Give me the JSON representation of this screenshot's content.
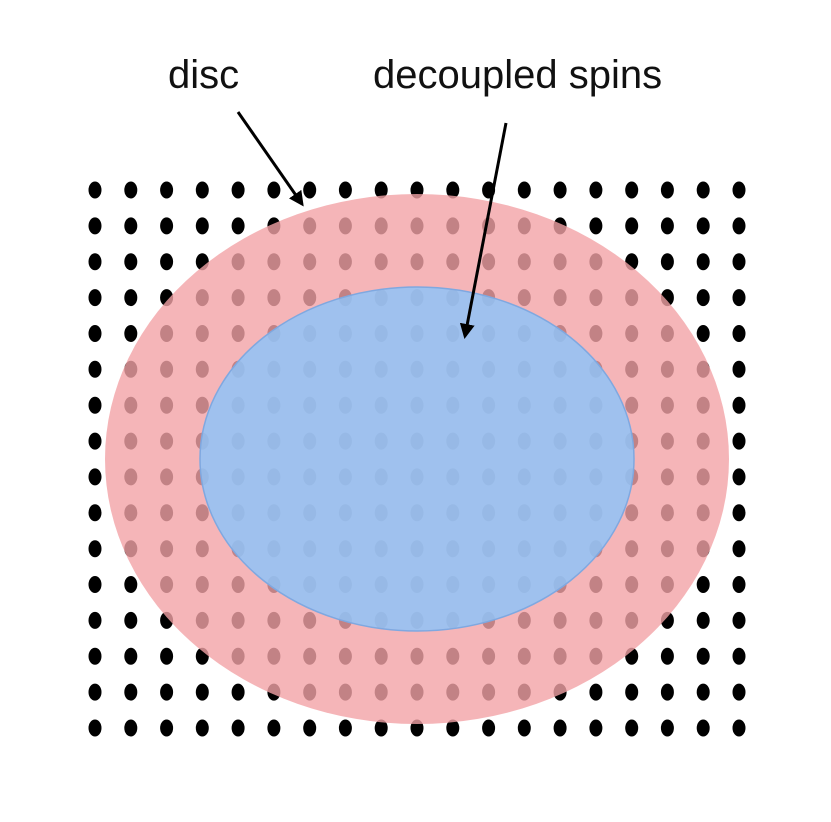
{
  "labels": {
    "disc": "disc",
    "decoupled": "decoupled spins"
  },
  "lattice": {
    "columns": 19,
    "rows": 16,
    "dot_color": "#000000"
  },
  "regions": {
    "disc_color": "#f2a3a6",
    "decoupled_color": "#8fc3f7"
  },
  "arrow_color": "#000000"
}
